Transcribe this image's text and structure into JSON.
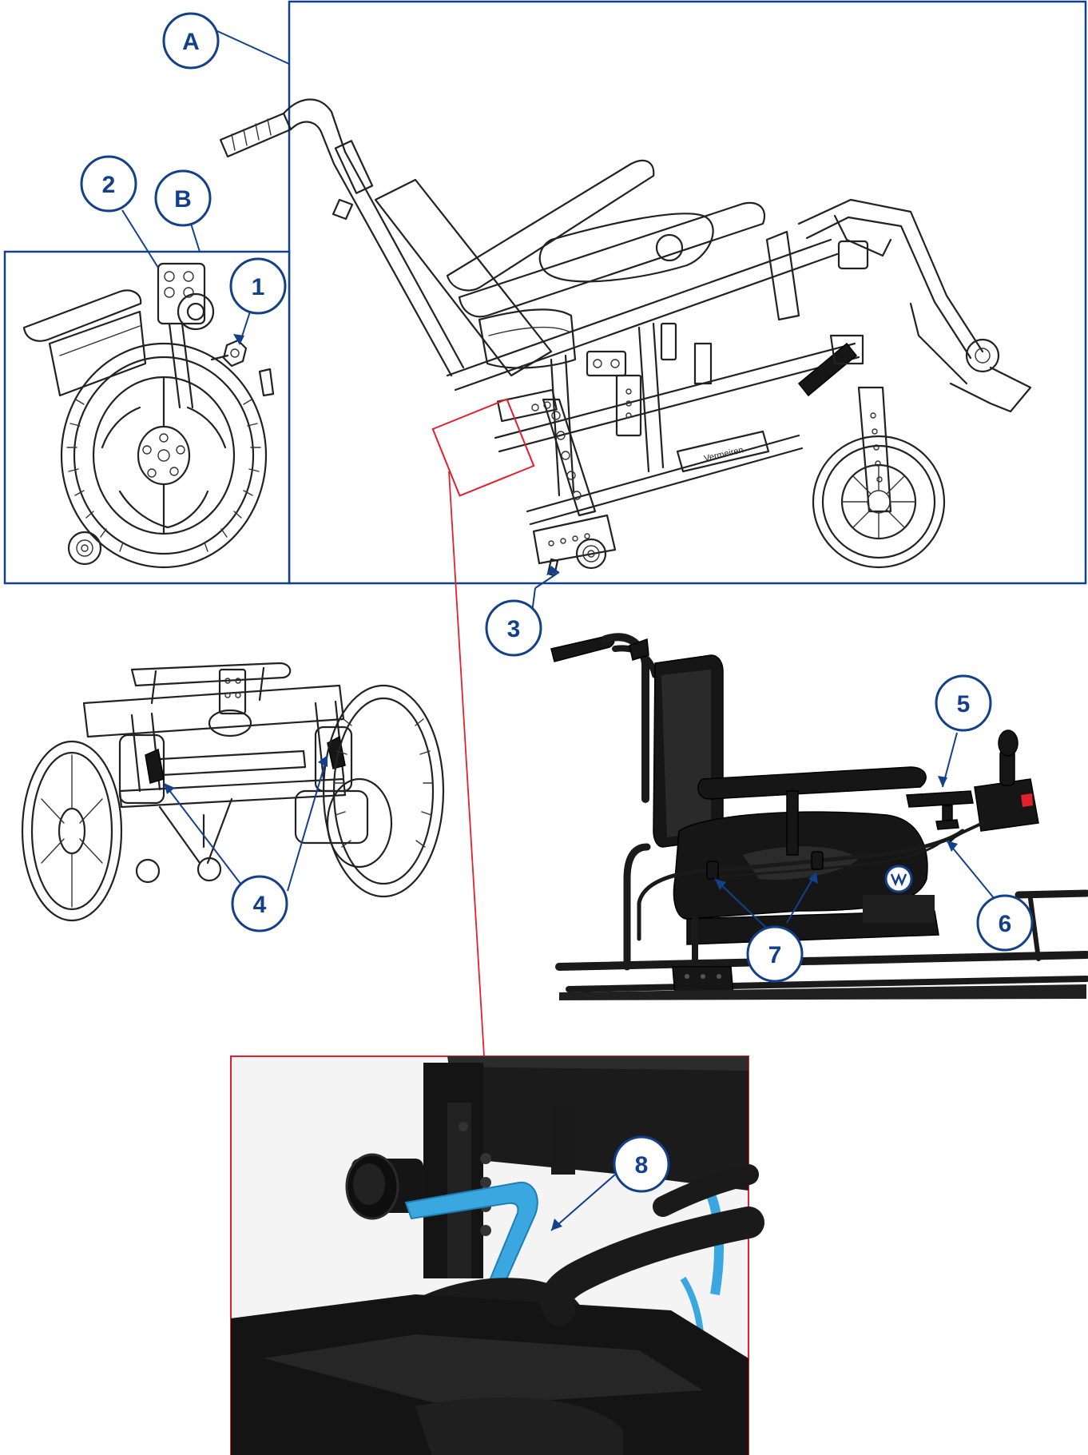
{
  "callouts": {
    "A": "A",
    "B": "B",
    "n1": "1",
    "n2": "2",
    "n3": "3",
    "n4": "4",
    "n5": "5",
    "n6": "6",
    "n7": "7",
    "n8": "8"
  },
  "brand_plate": "Vermeiren",
  "colors": {
    "callout_blue": "#13408b",
    "highlight_red": "#e3202e",
    "lever_blue": "#3aa7e0",
    "frame_dark": "#161616"
  }
}
